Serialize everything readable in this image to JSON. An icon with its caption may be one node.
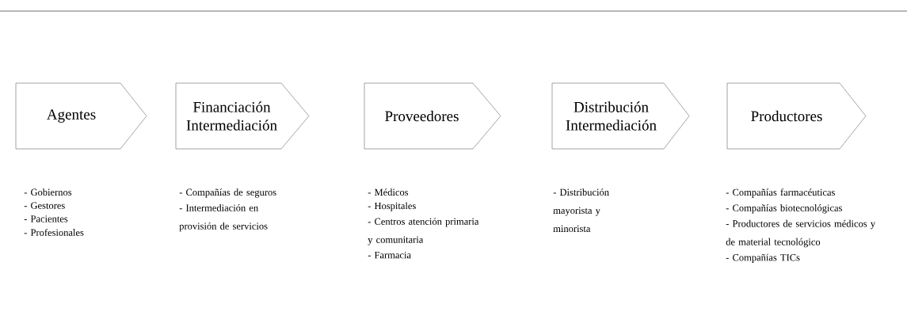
{
  "diagram": {
    "nodes": [
      {
        "text": [
          "Agentes"
        ],
        "beside": [
          "- Gobiernos",
          "- Gestores",
          "- Pacientes",
          "- Profesionales"
        ]
      },
      {
        "text": [
          "Financiación Intermediación"
        ],
        "beside": [
          "- Compañías de seguros",
          "- Intermediación en provisión de servicios"
        ]
      },
      {
        "text": [
          "Proveedores"
        ],
        "beside": [
          "- Médicos",
          "- Hospitales",
          "- Centros atención primaria y comunitaria",
          "- Farmacia"
        ]
      },
      {
        "text": [
          "Distribución Intermediación"
        ],
        "beside": [
          "- Distribución mayorista y minorista"
        ]
      },
      {
        "text": [
          "Productores"
        ],
        "beside": [
          "- Compañías farmacéuticas",
          "- Compañías biotecnológicas",
          "- Productores de servicios médicos y de material tecnológico",
          "- Compañías TICs"
        ]
      }
    ]
  }
}
